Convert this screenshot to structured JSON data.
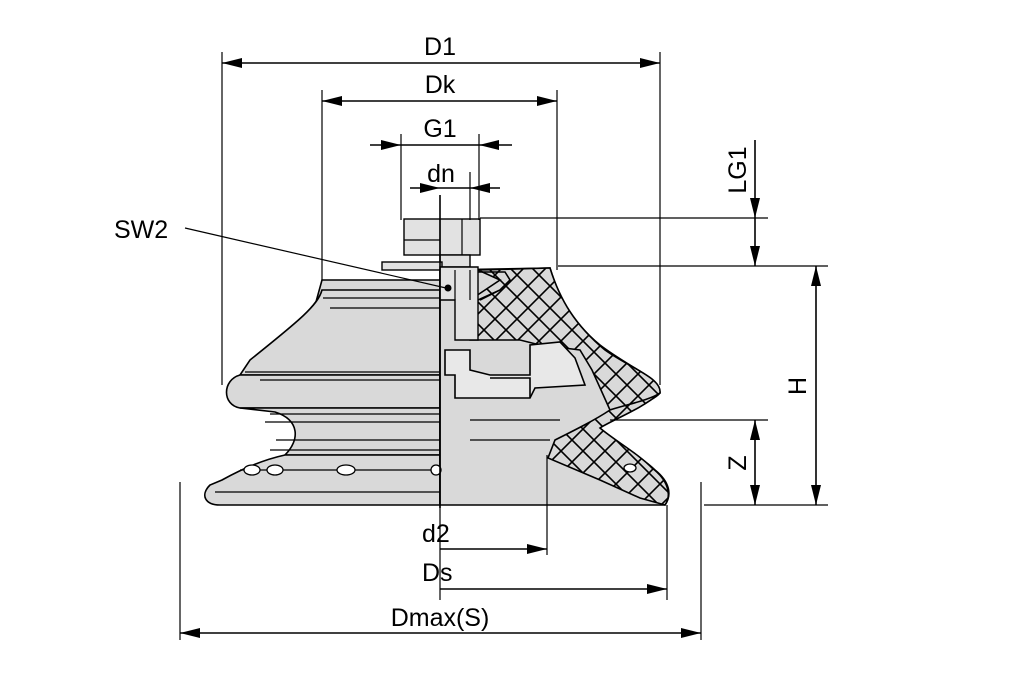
{
  "labels": {
    "D1": "D1",
    "Dk": "Dk",
    "G1": "G1",
    "dn": "dn",
    "SW2": "SW2",
    "LG1": "LG1",
    "H": "H",
    "Z": "Z",
    "d2": "d2",
    "Ds": "Ds",
    "Dmax": "Dmax(S)"
  },
  "colors": {
    "body": "#d9d9d9",
    "line": "#000000",
    "background": "#ffffff"
  }
}
